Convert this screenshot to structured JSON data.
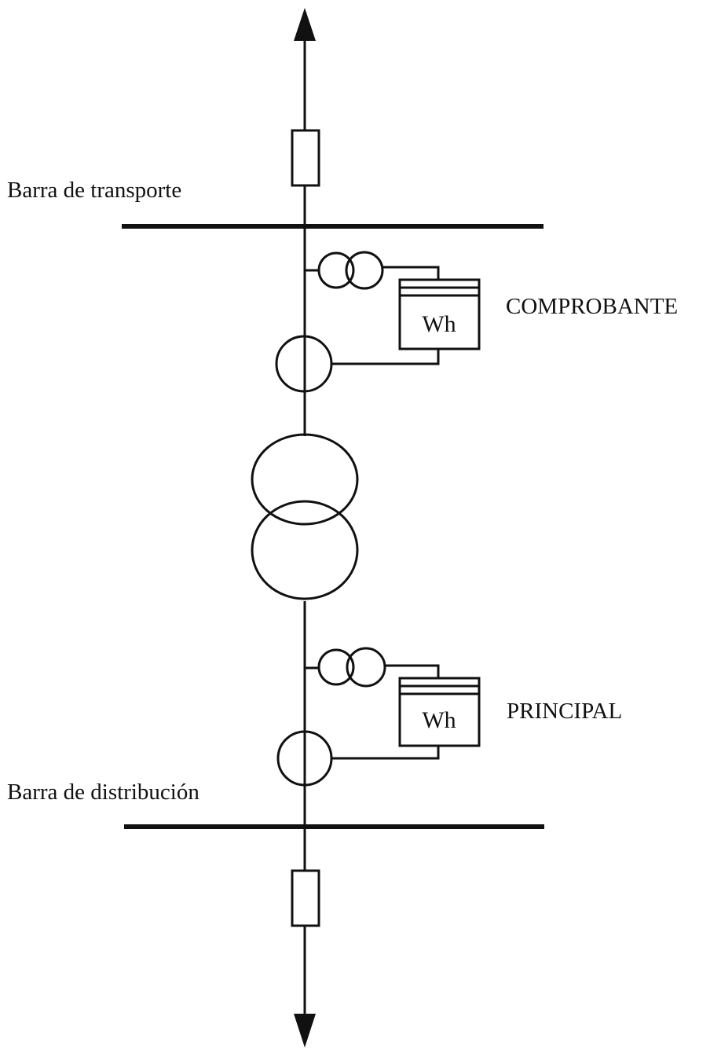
{
  "labels": {
    "transport_bus": "Barra de transporte",
    "distribution_bus": "Barra de distribución",
    "check_meter": "COMPROBANTE",
    "main_meter": "PRINCIPAL"
  },
  "meters": {
    "check_unit": "Wh",
    "main_unit": "Wh"
  },
  "colors": {
    "line": "#111111",
    "background": "#ffffff"
  }
}
